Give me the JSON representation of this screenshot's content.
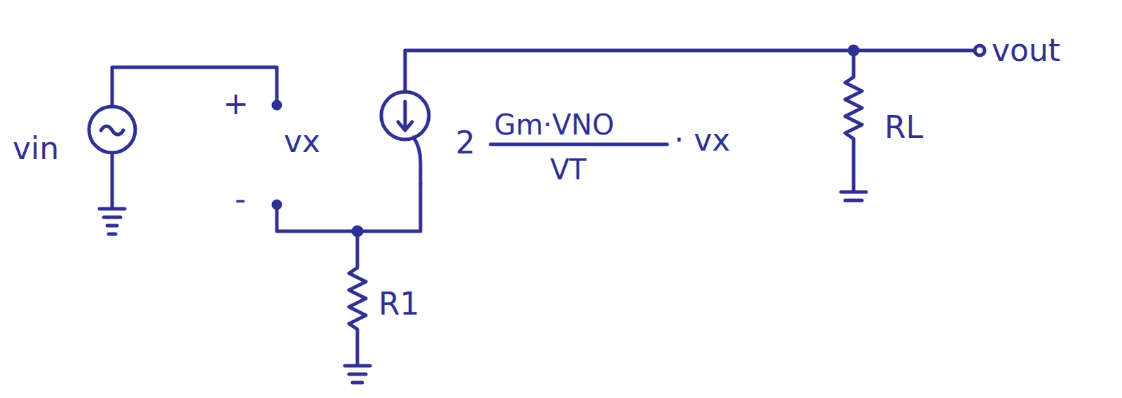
{
  "diagram": {
    "labels": [
      "vin",
      "+",
      "vx",
      "-",
      "2",
      "Gm·VNO",
      "VT",
      "· vx",
      "RL",
      "R1",
      "vout"
    ]
  }
}
